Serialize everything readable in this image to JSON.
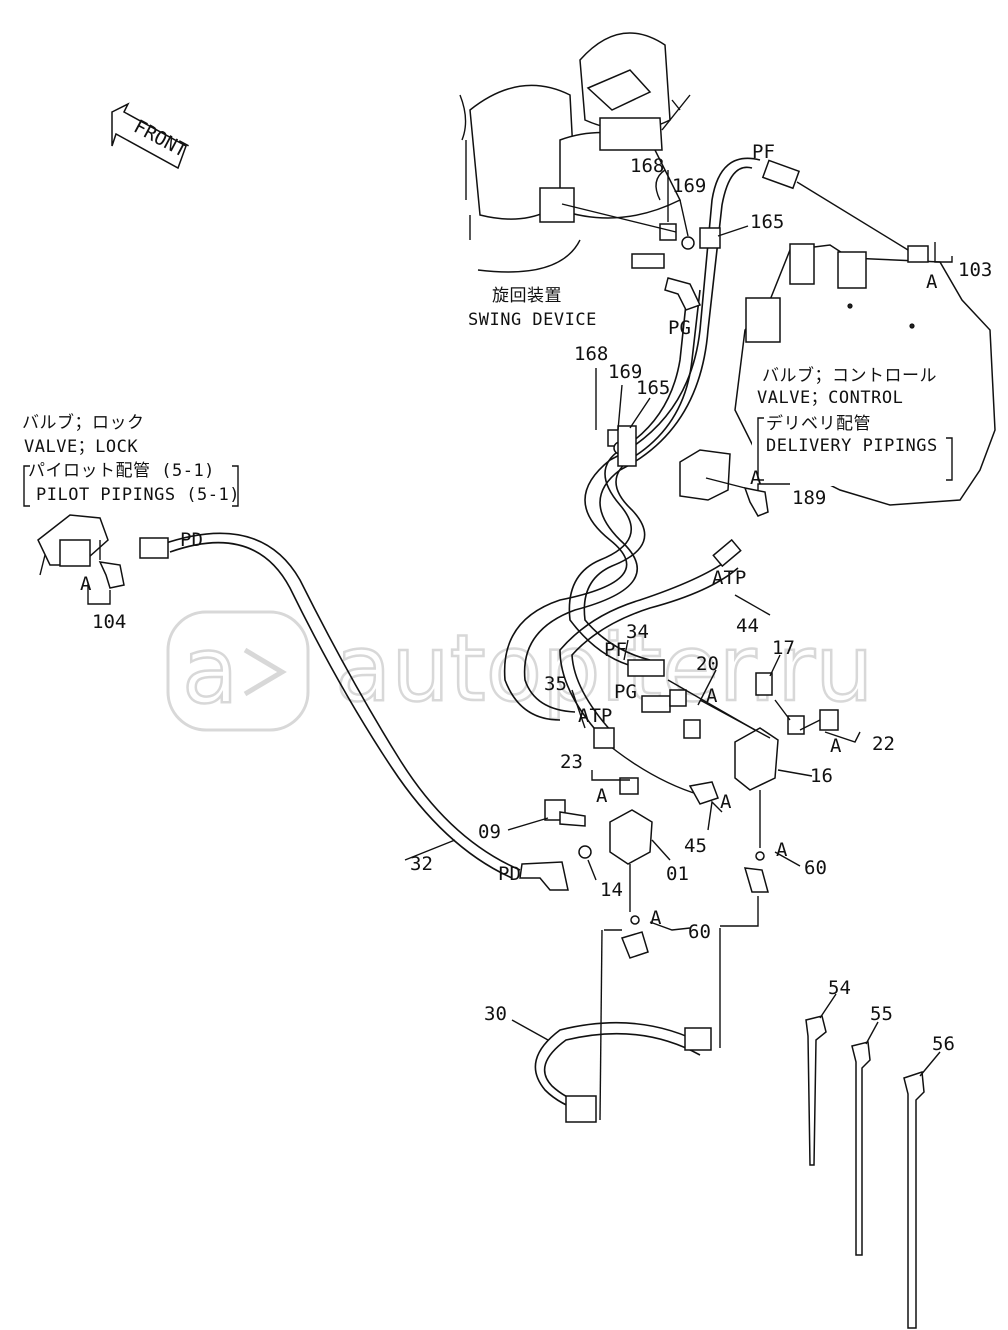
{
  "labels": {
    "front": "FRONT",
    "swing_jp": "旋回装置",
    "swing_en": "SWING DEVICE",
    "lock_jp": "バルブ；ロック",
    "lock_en": "VALVE；LOCK",
    "pilot_jp": "パイロット配管 (5-1)",
    "pilot_en": "PILOT PIPINGS (5-1)",
    "control_jp": "バルブ；コントロール",
    "control_en": "VALVE；CONTROL",
    "delivery_jp": "デリベリ配管",
    "delivery_en": "DELIVERY PIPINGS"
  },
  "ports": {
    "pf": "PF",
    "pg": "PG",
    "pd": "PD",
    "atp": "ATP",
    "a": "A"
  },
  "parts": {
    "p168a": "168",
    "p169a": "169",
    "p165a": "165",
    "p103": "103",
    "p168b": "168",
    "p169b": "169",
    "p165b": "165",
    "p189": "189",
    "p104": "104",
    "p44": "44",
    "p34": "34",
    "p20": "20",
    "p17": "17",
    "p35": "35",
    "p22": "22",
    "p16": "16",
    "p23": "23",
    "p09": "09",
    "p45": "45",
    "p01": "01",
    "p32": "32",
    "p14": "14",
    "p60a": "60",
    "p60b": "60",
    "p30": "30",
    "p54": "54",
    "p55": "55",
    "p56": "56"
  },
  "watermark": "autopiter.ru"
}
